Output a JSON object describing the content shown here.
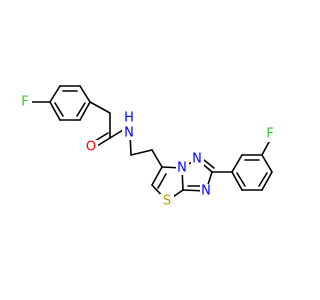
{
  "atoms": {
    "F1": {
      "symbol": "F",
      "color": "#33cc33"
    },
    "O1": {
      "symbol": "O",
      "color": "#ff0000"
    },
    "NH": {
      "symbol": "N",
      "color": "#0000ff"
    },
    "H1": {
      "symbol": "H",
      "color": "#0000ff"
    },
    "N4": {
      "symbol": "N",
      "color": "#0000ff"
    },
    "N1": {
      "symbol": "N",
      "color": "#0000ff"
    },
    "N2": {
      "symbol": "N",
      "color": "#0000ff"
    },
    "S1": {
      "symbol": "S",
      "color": "#b8a000"
    },
    "F2": {
      "symbol": "F",
      "color": "#33cc33"
    }
  }
}
